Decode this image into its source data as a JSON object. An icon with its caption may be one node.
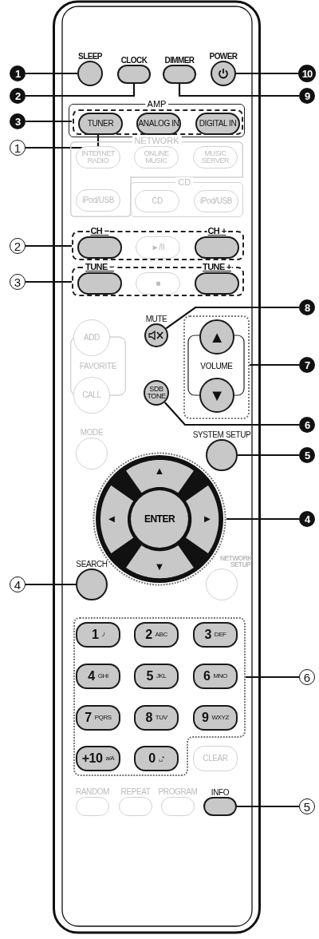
{
  "diagram": {
    "nodes": [
      {
        "text": [
          "1"
        ]
      },
      {
        "text": [
          "SLEEP"
        ]
      },
      {
        "text": [
          "CLOCK"
        ]
      },
      {
        "text": [
          "DIMMER"
        ]
      },
      {
        "text": [
          "POWER"
        ]
      },
      {
        "text": [
          "10"
        ]
      },
      {
        "text": [
          "2"
        ]
      },
      {
        "text": [
          "9"
        ]
      },
      {
        "text": [
          "AMP"
        ]
      },
      {
        "text": [],
        "shape": "box",
        "in": 8
      },
      {
        "text": [
          "TUNER"
        ],
        "in": 9
      },
      {
        "text": [
          "ANALOG IN"
        ],
        "in": 9
      },
      {
        "text": [
          "DIGITAL IN"
        ],
        "in": 9
      },
      {
        "text": [
          "3"
        ]
      },
      {
        "text": [
          "1"
        ]
      },
      {
        "text": [
          "NETWORK"
        ]
      },
      {
        "text": [
          "INTERNET RADIO"
        ],
        "in": 15
      },
      {
        "text": [
          "ONLINE MUSIC"
        ],
        "in": 15
      },
      {
        "text": [
          "MUSIC SERVER"
        ],
        "in": 15
      },
      {
        "text": [
          "iPod/USB"
        ],
        "in": 15
      },
      {
        "text": [
          "CD"
        ]
      },
      {
        "text": [
          "CD"
        ],
        "in": 20
      },
      {
        "text": [
          "iPod/USB"
        ],
        "in": 20
      },
      {
        "text": [
          "2"
        ]
      },
      {
        "text": [],
        "shape": "box"
      },
      {
        "text": [
          "CH −"
        ],
        "in": 24
      },
      {
        "text": [
          "►/II"
        ],
        "in": 24
      },
      {
        "text": [
          "CH +"
        ],
        "in": 24
      },
      {
        "text": [
          "3"
        ]
      },
      {
        "text": [],
        "shape": "box"
      },
      {
        "text": [
          "TUNE −"
        ],
        "in": 29
      },
      {
        "text": [
          "■"
        ],
        "in": 29
      },
      {
        "text": [
          "TUNE +"
        ],
        "in": 29
      },
      {
        "text": [
          "MUTE"
        ]
      },
      {
        "text": [
          "8"
        ]
      },
      {
        "text": [
          "FAVORITE"
        ]
      },
      {
        "text": [
          "ADD"
        ]
      },
      {
        "text": [
          "CALL"
        ]
      },
      {
        "text": [
          "VOLUME"
        ]
      },
      {
        "text": [
          "▲"
        ],
        "in": 38
      },
      {
        "text": [
          "▼"
        ],
        "in": 38
      },
      {
        "text": [
          "7"
        ]
      },
      {
        "text": [
          "SDB TONE"
        ]
      },
      {
        "text": [
          "6"
        ]
      },
      {
        "text": [
          "MODE"
        ]
      },
      {
        "text": [
          "SYSTEM SETUP"
        ]
      },
      {
        "text": [
          "5"
        ]
      },
      {
        "text": [],
        "shape": "circle"
      },
      {
        "text": [
          "▲"
        ],
        "in": 47
      },
      {
        "text": [
          "◄"
        ],
        "in": 47
      },
      {
        "text": [
          "ENTER"
        ],
        "in": 47
      },
      {
        "text": [
          "►"
        ],
        "in": 47
      },
      {
        "text": [
          "▼"
        ],
        "in": 47
      },
      {
        "text": [
          "4"
        ]
      },
      {
        "text": [
          "SEARCH"
        ]
      },
      {
        "text": [
          "NETWORK SETUP"
        ]
      },
      {
        "text": [
          "4"
        ]
      },
      {
        "text": [],
        "shape": "box"
      },
      {
        "text": [
          "1",
          "./"
        ],
        "in": 57
      },
      {
        "text": [
          "2",
          "ABC"
        ],
        "in": 57
      },
      {
        "text": [
          "3",
          "DEF"
        ],
        "in": 57
      },
      {
        "text": [
          "4",
          "GHI"
        ],
        "in": 57
      },
      {
        "text": [
          "5",
          "JKL"
        ],
        "in": 57
      },
      {
        "text": [
          "6",
          "MNO"
        ],
        "in": 57
      },
      {
        "text": [
          "7",
          "PQRS"
        ],
        "in": 57
      },
      {
        "text": [
          "8",
          "TUV"
        ],
        "in": 57
      },
      {
        "text": [
          "9",
          "WXYZ"
        ],
        "in": 57
      },
      {
        "text": [
          "+10",
          "a/A"
        ],
        "in": 57
      },
      {
        "text": [
          "0",
          "␣*"
        ],
        "in": 57
      },
      {
        "text": [
          "6"
        ]
      },
      {
        "text": [
          "CLEAR"
        ]
      },
      {
        "text": [
          "RANDOM"
        ]
      },
      {
        "text": [
          "REPEAT"
        ]
      },
      {
        "text": [
          "PROGRAM"
        ]
      },
      {
        "text": [
          "INFO"
        ]
      },
      {
        "text": [
          "5"
        ]
      }
    ],
    "edges": [
      {
        "from": 0,
        "to": 1,
        "arrow": "none"
      },
      {
        "from": 6,
        "to": 2,
        "arrow": "none"
      },
      {
        "from": 7,
        "to": 3,
        "arrow": "none"
      },
      {
        "from": 5,
        "to": 4,
        "arrow": "none"
      },
      {
        "from": 13,
        "to": 9,
        "arrow": "none"
      },
      {
        "from": 14,
        "to": 10,
        "arrow": "none"
      },
      {
        "from": 23,
        "to": 24,
        "arrow": "none"
      },
      {
        "from": 28,
        "to": 29,
        "arrow": "none"
      },
      {
        "from": 34,
        "to": 33,
        "arrow": "none"
      },
      {
        "from": 41,
        "to": 38,
        "arrow": "none"
      },
      {
        "from": 43,
        "to": 42,
        "arrow": "none"
      },
      {
        "from": 46,
        "to": 45,
        "arrow": "none"
      },
      {
        "from": 53,
        "to": 47,
        "arrow": "none"
      },
      {
        "from": 56,
        "to": 54,
        "arrow": "none"
      },
      {
        "from": 69,
        "to": 57,
        "arrow": "none"
      },
      {
        "from": 75,
        "to": 74,
        "arrow": "none"
      }
    ]
  }
}
